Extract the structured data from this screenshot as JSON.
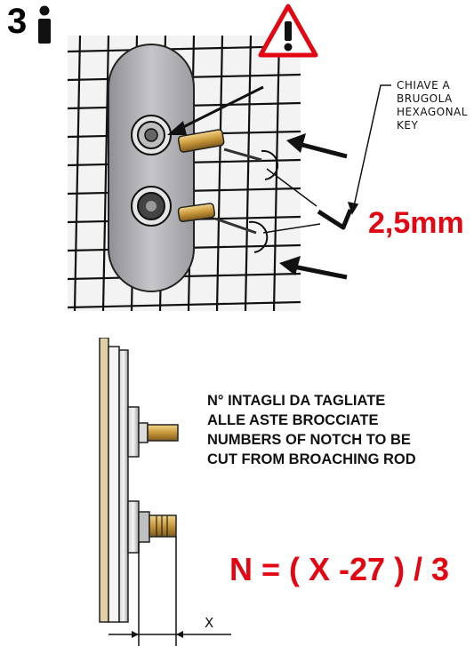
{
  "step": {
    "number": "3"
  },
  "top_figure": {
    "key_label": [
      "CHIAVE A",
      "BRUGOLA",
      "HEXAGONAL",
      "KEY"
    ],
    "key_size": "2,5mm"
  },
  "bottom_figure": {
    "description_lines": [
      "N° INTAGLI DA TAGLIATE",
      "ALLE ASTE BROCCIATE",
      "NUMBERS OF NOTCH TO BE",
      "CUT FROM BROACHING ROD"
    ],
    "formula": "N = ( X -27 ) / 3",
    "dimension_label": "X"
  },
  "colors": {
    "accent": "#e30613",
    "ink": "#111111",
    "plate": "#b9b9bd",
    "brass": "#c89a3c"
  }
}
